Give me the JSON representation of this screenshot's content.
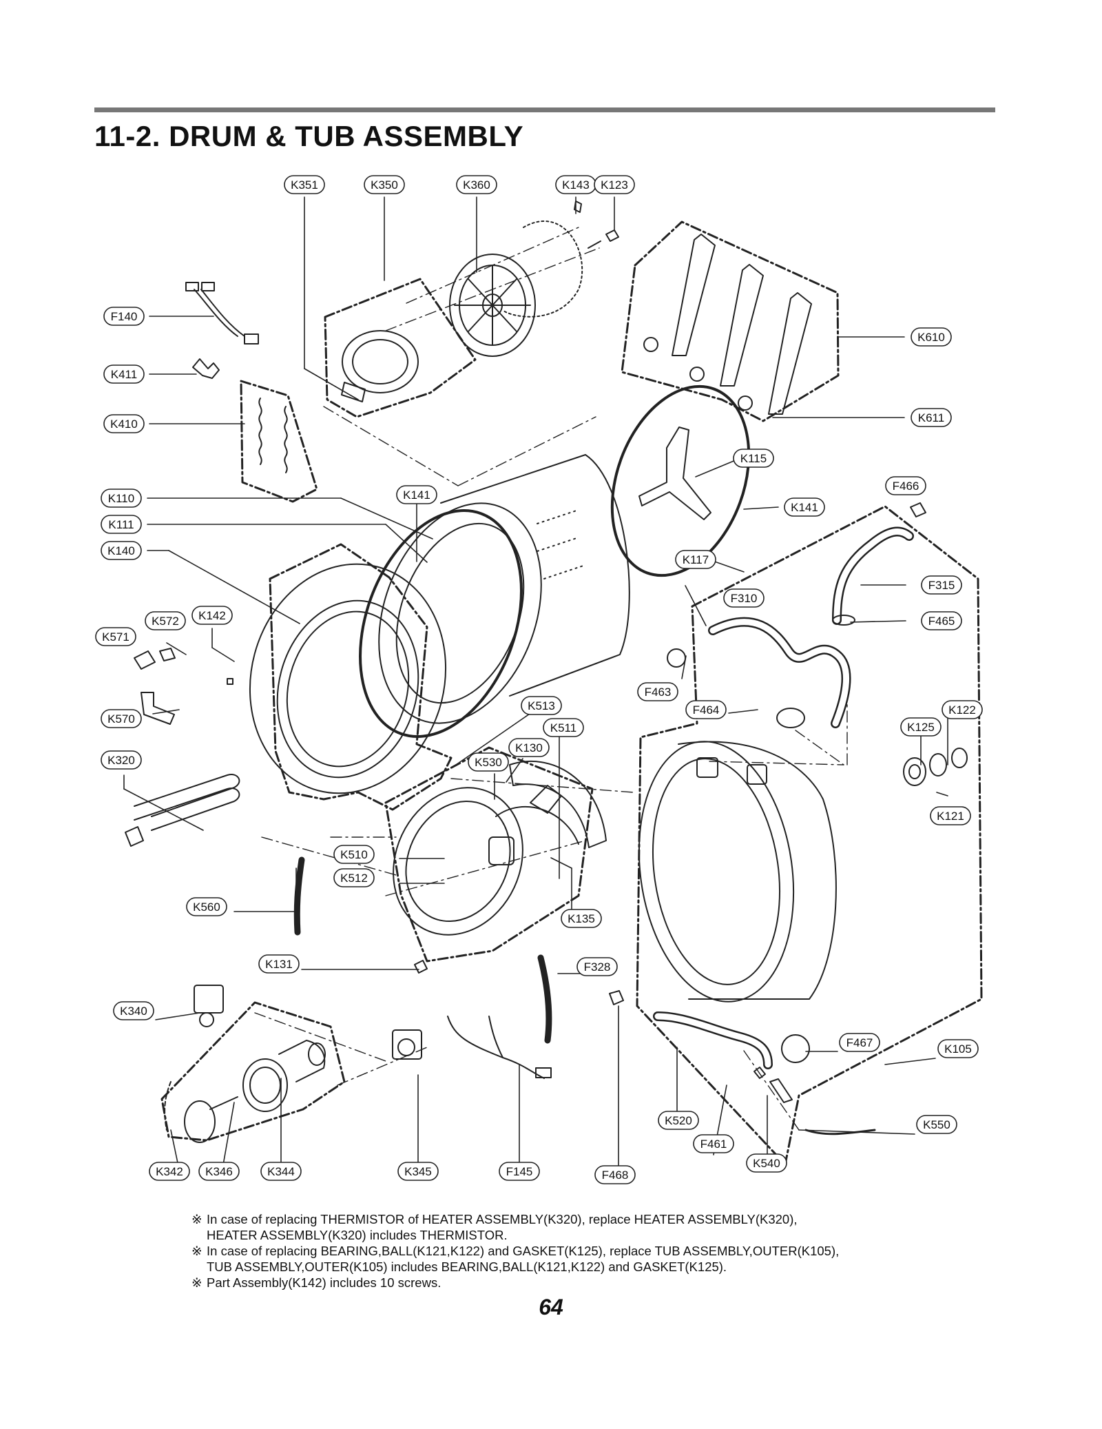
{
  "page": {
    "title": "11-2. DRUM & TUB ASSEMBLY",
    "page_number": "64"
  },
  "callouts": [
    {
      "id": "k351",
      "text": "K351"
    },
    {
      "id": "k350",
      "text": "K350"
    },
    {
      "id": "k360",
      "text": "K360"
    },
    {
      "id": "k143",
      "text": "K143"
    },
    {
      "id": "k123",
      "text": "K123"
    },
    {
      "id": "f140",
      "text": "F140"
    },
    {
      "id": "k411",
      "text": "K411"
    },
    {
      "id": "k410",
      "text": "K410"
    },
    {
      "id": "k610",
      "text": "K610"
    },
    {
      "id": "k611",
      "text": "K611"
    },
    {
      "id": "k115",
      "text": "K115"
    },
    {
      "id": "f466",
      "text": "F466"
    },
    {
      "id": "k110",
      "text": "K110"
    },
    {
      "id": "k141a",
      "text": "K141"
    },
    {
      "id": "k141b",
      "text": "K141"
    },
    {
      "id": "k111",
      "text": "K111"
    },
    {
      "id": "k140",
      "text": "K140"
    },
    {
      "id": "k117",
      "text": "K117"
    },
    {
      "id": "f315",
      "text": "F315"
    },
    {
      "id": "f310",
      "text": "F310"
    },
    {
      "id": "f465",
      "text": "F465"
    },
    {
      "id": "k572",
      "text": "K572"
    },
    {
      "id": "k142",
      "text": "K142"
    },
    {
      "id": "k571",
      "text": "K571"
    },
    {
      "id": "f463",
      "text": "F463"
    },
    {
      "id": "k513",
      "text": "K513"
    },
    {
      "id": "f464",
      "text": "F464"
    },
    {
      "id": "k122",
      "text": "K122"
    },
    {
      "id": "k570",
      "text": "K570"
    },
    {
      "id": "k511",
      "text": "K511"
    },
    {
      "id": "k125",
      "text": "K125"
    },
    {
      "id": "k130",
      "text": "K130"
    },
    {
      "id": "k320",
      "text": "K320"
    },
    {
      "id": "k530",
      "text": "K530"
    },
    {
      "id": "k121",
      "text": "K121"
    },
    {
      "id": "k510",
      "text": "K510"
    },
    {
      "id": "k512",
      "text": "K512"
    },
    {
      "id": "k560",
      "text": "K560"
    },
    {
      "id": "k135",
      "text": "K135"
    },
    {
      "id": "k131",
      "text": "K131"
    },
    {
      "id": "f328",
      "text": "F328"
    },
    {
      "id": "k340",
      "text": "K340"
    },
    {
      "id": "f467",
      "text": "F467"
    },
    {
      "id": "k105",
      "text": "K105"
    },
    {
      "id": "k520",
      "text": "K520"
    },
    {
      "id": "k550",
      "text": "K550"
    },
    {
      "id": "f461",
      "text": "F461"
    },
    {
      "id": "k540",
      "text": "K540"
    },
    {
      "id": "k342",
      "text": "K342"
    },
    {
      "id": "k346",
      "text": "K346"
    },
    {
      "id": "k344",
      "text": "K344"
    },
    {
      "id": "k345",
      "text": "K345"
    },
    {
      "id": "f145",
      "text": "F145"
    },
    {
      "id": "f468",
      "text": "F468"
    }
  ],
  "notes": [
    {
      "mark": "※",
      "lines": [
        "In case of replacing THERMISTOR of HEATER ASSEMBLY(K320), replace HEATER ASSEMBLY(K320),",
        "HEATER ASSEMBLY(K320) includes THERMISTOR."
      ]
    },
    {
      "mark": "※",
      "lines": [
        "In case of replacing BEARING,BALL(K121,K122) and GASKET(K125), replace TUB ASSEMBLY,OUTER(K105),",
        "TUB ASSEMBLY,OUTER(K105) includes BEARING,BALL(K121,K122) and GASKET(K125)."
      ]
    },
    {
      "mark": "※",
      "lines": [
        "Part Assembly(K142) includes 10 screws."
      ]
    }
  ]
}
